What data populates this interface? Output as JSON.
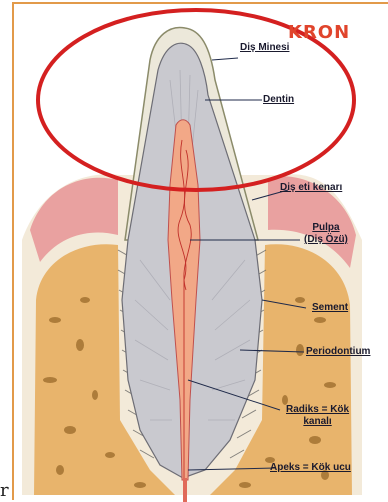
{
  "title": "KRON",
  "labels": {
    "enamel": "Diş Minesi",
    "dentin": "Dentin",
    "gingival_margin": "Diş eti kenarı",
    "pulp_line1": "Pulpa",
    "pulp_line2": "(Diş Özü)",
    "cementum": "Sement",
    "periodontium": "Periodontium",
    "root_canal_line1": "Radiks = Kök",
    "root_canal_line2": "kanalı",
    "apex": "Apeks = Kök ucu"
  },
  "stray_mark": "r",
  "colors": {
    "highlight_ellipse": "#d42020",
    "title": "#e0442c",
    "bone": "#e9b36a",
    "gum": "#e89a9a",
    "dentin": "#c9c9cf",
    "enamel": "#ebe7da",
    "pulp": "#f0a080"
  }
}
